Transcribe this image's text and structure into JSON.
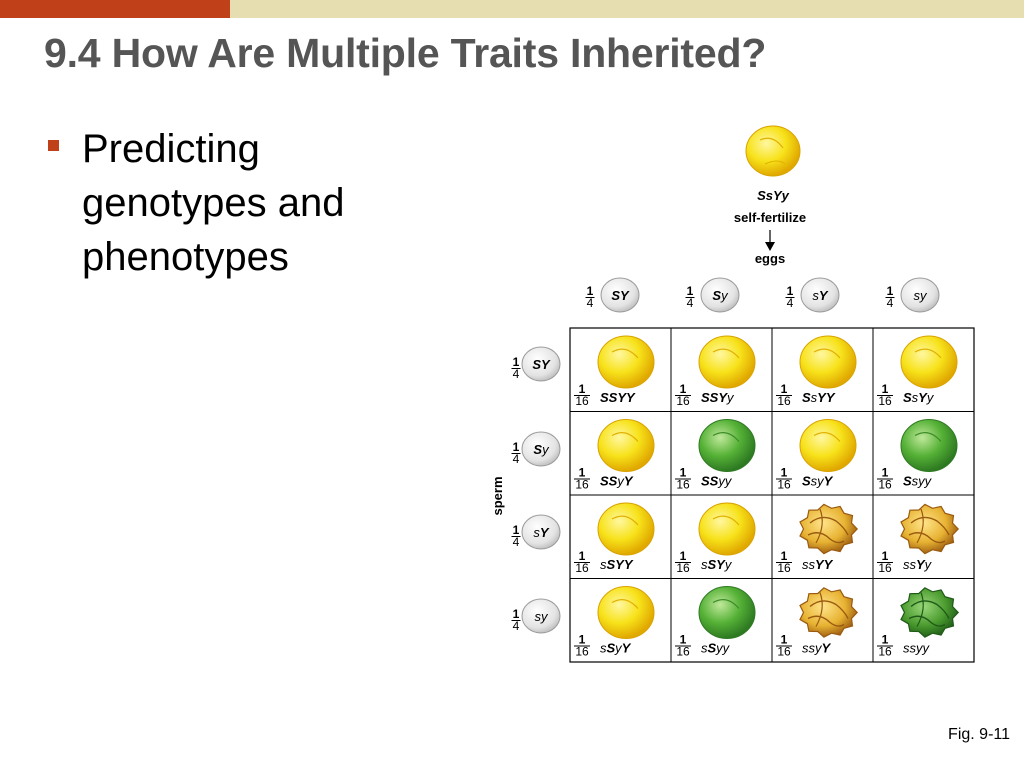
{
  "slide": {
    "title": "9.4 How Are Multiple Traits Inherited?",
    "bullet": "Predicting genotypes and phenotypes",
    "fig_label": "Fig. 9-11"
  },
  "cross": {
    "parent_genotype": "SsYy",
    "action": "self-fertilize",
    "eggs_label": "eggs",
    "sperm_label": "sperm",
    "gamete_fraction": {
      "num": "1",
      "den": "4"
    },
    "cell_fraction": {
      "num": "1",
      "den": "16"
    },
    "eggs": [
      "SY",
      "Sy",
      "sY",
      "sy"
    ],
    "sperm": [
      "SY",
      "Sy",
      "sY",
      "sy"
    ],
    "cells": [
      [
        {
          "genotype": "SSYY",
          "pea": "yellow-smooth"
        },
        {
          "genotype": "SSYy",
          "pea": "yellow-smooth"
        },
        {
          "genotype": "SsYY",
          "pea": "yellow-smooth"
        },
        {
          "genotype": "SsYy",
          "pea": "yellow-smooth"
        }
      ],
      [
        {
          "genotype": "SSyY",
          "pea": "yellow-smooth"
        },
        {
          "genotype": "SSyy",
          "pea": "green-smooth"
        },
        {
          "genotype": "SsyY",
          "pea": "yellow-smooth"
        },
        {
          "genotype": "Ssyy",
          "pea": "green-smooth"
        }
      ],
      [
        {
          "genotype": "sSYY",
          "pea": "yellow-smooth"
        },
        {
          "genotype": "sSYy",
          "pea": "yellow-smooth"
        },
        {
          "genotype": "ssYY",
          "pea": "yellow-wrinkled"
        },
        {
          "genotype": "ssYy",
          "pea": "yellow-wrinkled"
        }
      ],
      [
        {
          "genotype": "sSyY",
          "pea": "yellow-smooth"
        },
        {
          "genotype": "sSyy",
          "pea": "green-smooth"
        },
        {
          "genotype": "ssyY",
          "pea": "yellow-wrinkled"
        },
        {
          "genotype": "ssyy",
          "pea": "green-wrinkled"
        }
      ]
    ],
    "colors": {
      "yellow": "#f7e21a",
      "yellow_shade": "#e0a800",
      "green": "#55b136",
      "green_shade": "#2e7a22",
      "wrinkled_yellow": "#e7b232",
      "wrinkled_shade": "#9a5a10",
      "gamete_fill": "#e3e3e3",
      "accent": "#c0401a"
    }
  }
}
